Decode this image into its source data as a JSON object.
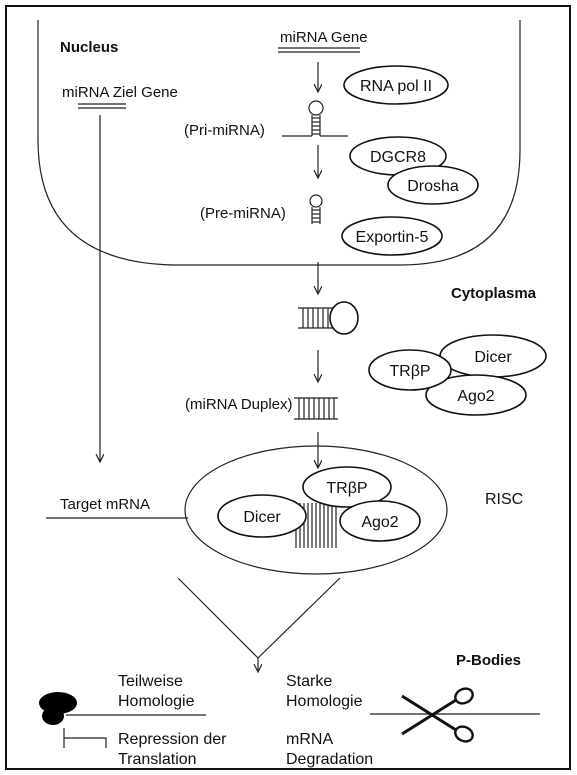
{
  "compartments": {
    "nucleus": "Nucleus",
    "cytoplasm": "Cytoplasma",
    "p_bodies": "P-Bodies"
  },
  "genes": {
    "mirna_gene": "miRNA Gene",
    "target_genes": "miRNA Ziel Gene"
  },
  "intermediates": {
    "pri_mirna": "(Pri-miRNA)",
    "pre_mirna": "(Pre-miRNA)",
    "duplex": "(miRNA Duplex)",
    "target_mrna": "Target mRNA"
  },
  "proteins": {
    "rna_pol": "RNA pol II",
    "dgcr8": "DGCR8",
    "drosha": "Drosha",
    "exportin": "Exportin-5",
    "trbp": "TRβP",
    "dicer": "Dicer",
    "ago2": "Ago2",
    "risc_trbp": "TRβP",
    "risc_dicer": "Dicer",
    "risc_ago2": "Ago2"
  },
  "risc_label": "RISC",
  "outcomes": {
    "partial": {
      "line1": "Teilweise",
      "line2": "Homologie"
    },
    "strong": {
      "line1": "Starke",
      "line2": "Homologie"
    },
    "repression": {
      "line1": "Repression der",
      "line2": "Translation"
    },
    "degradation": {
      "line1": "mRNA",
      "line2": "Degradation"
    }
  },
  "colors": {
    "line": "#222222",
    "fill": "#ffffff",
    "text": "#111111"
  },
  "icons": [
    "ribosome-icon",
    "scissors-icon"
  ]
}
